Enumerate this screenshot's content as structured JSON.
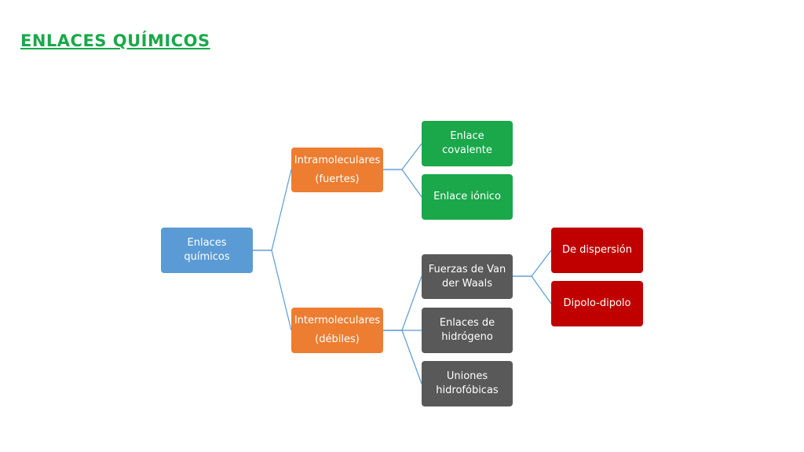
{
  "title": "ENLACES QUÍMICOS",
  "colors": {
    "title": "#1aa84a",
    "root": "#5b9bd5",
    "category": "#ed7d31",
    "intra_child": "#1aa84a",
    "inter_child": "#595959",
    "vdw_child": "#c00000",
    "connector": "#5b9bd5"
  },
  "nodes": {
    "root": {
      "label": "Enlaces químicos"
    },
    "intra": {
      "line1": "Intramoleculares",
      "line2": "(fuertes)"
    },
    "inter": {
      "line1": "Intermoleculares",
      "line2": "(débiles)"
    },
    "covalente": {
      "label": "Enlace covalente"
    },
    "ionico": {
      "label": "Enlace iónico"
    },
    "vdw": {
      "line1": "Fuerzas de Van",
      "line2": "der Waals"
    },
    "hidrogeno": {
      "line1": "Enlaces de",
      "line2": "hidrógeno"
    },
    "hidrofobicas": {
      "line1": "Uniones",
      "line2": "hidrofóbicas"
    },
    "dispersion": {
      "label": "De dispersión"
    },
    "dipolo": {
      "label": "Dipolo-dipolo"
    }
  }
}
